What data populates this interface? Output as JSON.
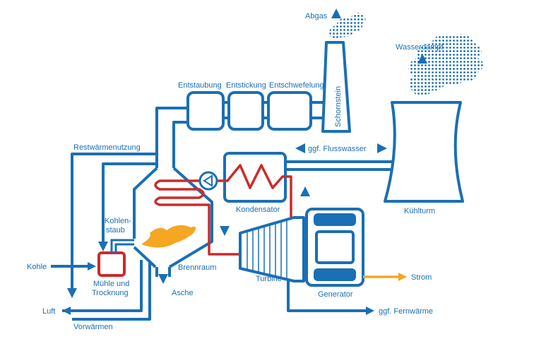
{
  "colors": {
    "blue": "#1a6fb5",
    "red": "#cc2a2a",
    "orange": "#f5a623",
    "white": "#ffffff"
  },
  "labels": {
    "abgas": "Abgas",
    "wasserdampf": "Wasserdampf",
    "entstaubung": "Entstaubung",
    "entstickung": "Entstickung",
    "entschwefelung": "Entschwefelung",
    "schornstein": "Schornstein",
    "restwaermenutzung": "Restwärmenutzung",
    "flusswasser": "ggf. Flusswasser",
    "kondensator": "Kondensator",
    "kuehlturm": "Kühlturm",
    "kohlenstaub_1": "Kohlen-",
    "kohlenstaub_2": "staub",
    "kohle": "Kohle",
    "muehle_1": "Mühle und",
    "muehle_2": "Trocknung",
    "brennraum": "Brennraum",
    "asche": "Asche",
    "turbine": "Turbine",
    "generator": "Generator",
    "strom": "Strom",
    "luft": "Luft",
    "vorwaermen": "Vorwärmen",
    "fernwaerme": "ggf. Fernwärme"
  }
}
